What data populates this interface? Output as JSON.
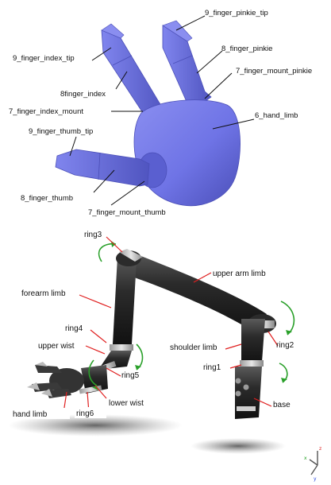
{
  "hand_labels": {
    "finger_pinkie_tip": "9_finger_pinkie_tip",
    "finger_pinkie": "8_finger_pinkie",
    "finger_mount_pinkie": "7_finger_mount_pinkie",
    "hand_limb": "6_hand_limb",
    "finger_index_tip": "9_finger_index_tip",
    "finger_index": "8finger_index",
    "finger_index_mount": "7_finger_index_mount",
    "finger_thumb_tip": "9_finger_thumb_tip",
    "finger_thumb": "8_finger_thumb",
    "finger_mount_thumb": "7_finger_mount_thumb"
  },
  "arm_labels": {
    "ring3": "ring3",
    "upper_arm_limb": "upper arm limb",
    "forearm_limb": "forearm limb",
    "ring4": "ring4",
    "upper_wist": "upper wist",
    "shoulder_limb": "shoulder limb",
    "ring2": "ring2",
    "ring1": "ring1",
    "ring5": "ring5",
    "lower_wist": "lower wist",
    "hand_limb": "hand limb",
    "ring6": "ring6",
    "base": "base"
  },
  "axes": {
    "z": "z",
    "x": "x",
    "y": "y"
  },
  "colors": {
    "hand_fill": "#6f74e6",
    "hand_dark": "#4b4fb8",
    "arm_dark": "#2b2b2b",
    "ring_light": "#c8c8c8",
    "leader_red": "#e02020",
    "rotation_arrow": "#2aa02a",
    "axis_z": "#e02020",
    "axis_x": "#20a020",
    "axis_y": "#2040e0"
  }
}
